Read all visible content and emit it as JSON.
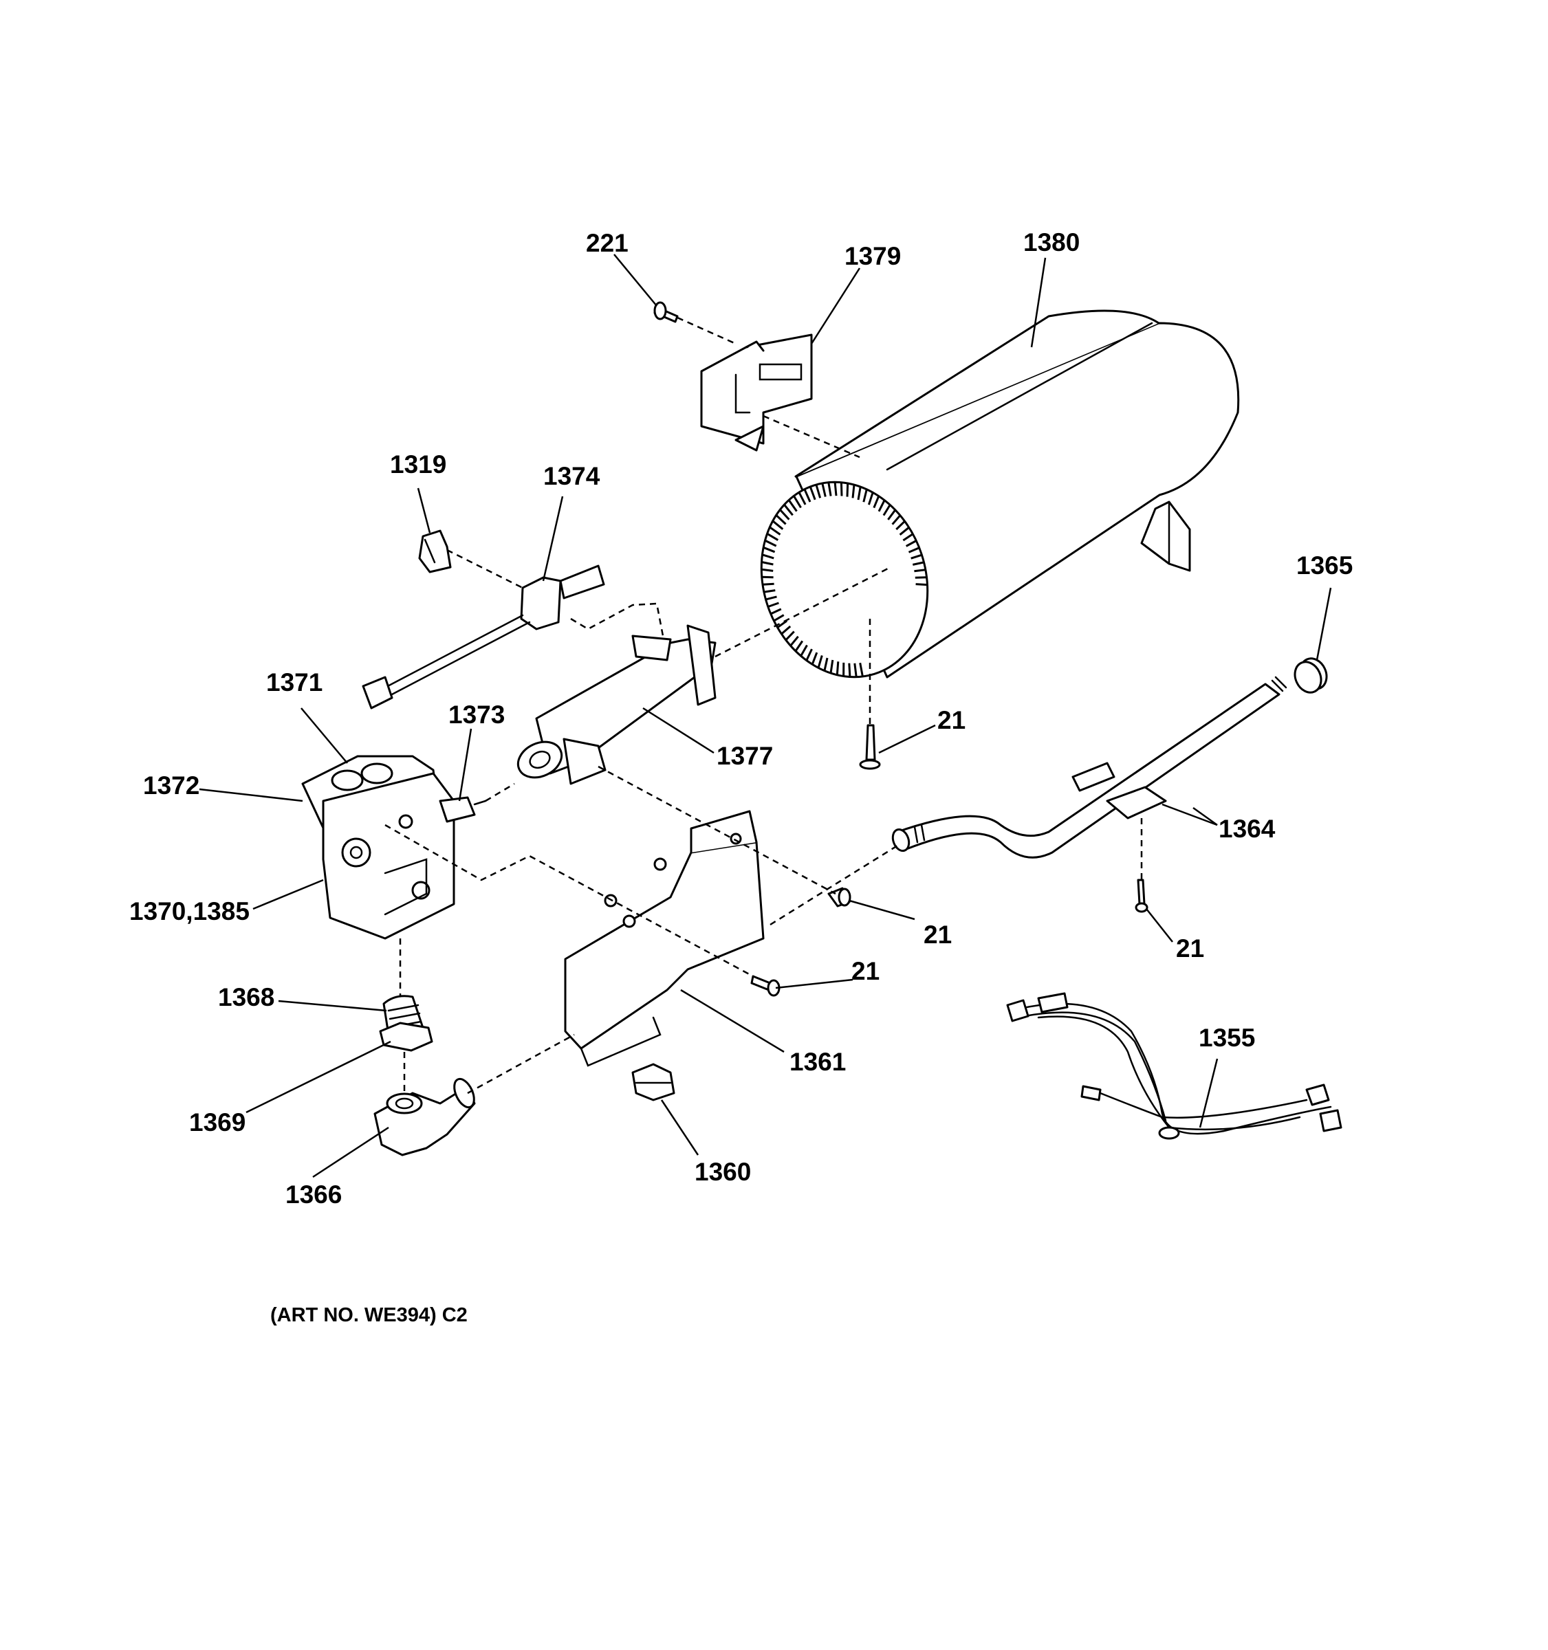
{
  "labels": {
    "l221": "221",
    "l1379": "1379",
    "l1380": "1380",
    "l1319": "1319",
    "l1374": "1374",
    "l1365": "1365",
    "l1371": "1371",
    "l1373": "1373",
    "l1377": "1377",
    "l21_tube": "21",
    "l1372": "1372",
    "l1364": "1364",
    "l1370_1385": "1370,1385",
    "l21_shield": "21",
    "l21_manifold": "21",
    "l21_bracket": "21",
    "l1368": "1368",
    "l1355": "1355",
    "l1361": "1361",
    "l1369": "1369",
    "l1360": "1360",
    "l1366": "1366"
  },
  "art_number": "(ART NO. WE394) C2"
}
